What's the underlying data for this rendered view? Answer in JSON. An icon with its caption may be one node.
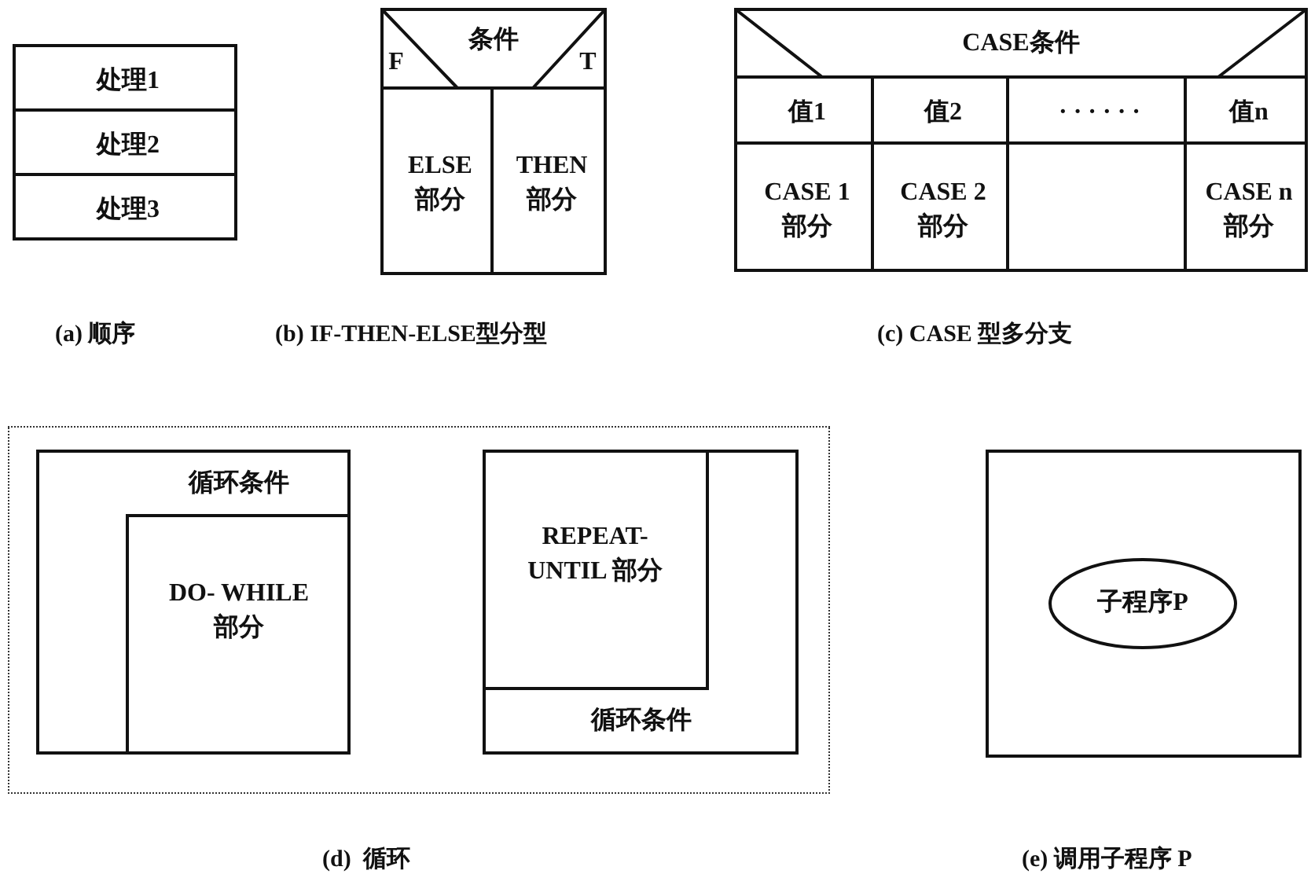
{
  "diagram": {
    "nodes": [
      {
        "text": [
          "处理1"
        ]
      },
      {
        "text": [
          "处理2"
        ]
      },
      {
        "text": [
          "处理3"
        ]
      },
      {
        "text": [
          "F",
          "条件",
          "T"
        ]
      },
      {
        "text": [
          "ELSE 部分"
        ]
      },
      {
        "text": [
          "THEN 部分"
        ]
      },
      {
        "text": [
          "CASE条件"
        ]
      },
      {
        "text": [
          "值1"
        ]
      },
      {
        "text": [
          "值2"
        ]
      },
      {
        "text": [
          "· · · · · ·"
        ]
      },
      {
        "text": [
          "值n"
        ]
      },
      {
        "text": [
          "CASE 1 部分"
        ]
      },
      {
        "text": [
          "CASE 2 部分"
        ]
      },
      {
        "text": [],
        "shape": "box"
      },
      {
        "text": [
          "CASE n 部分"
        ]
      },
      {
        "text": [],
        "shape": "box"
      },
      {
        "text": [
          "循环条件"
        ],
        "in": 15
      },
      {
        "text": [
          "DO- WHILE 部分"
        ],
        "in": 16
      },
      {
        "text": [
          "循环条件"
        ],
        "in": 15
      },
      {
        "text": [
          "REPEAT- UNTIL 部分"
        ],
        "in": 18
      },
      {
        "text": [],
        "shape": "box"
      },
      {
        "text": [
          "子程序P"
        ],
        "in": 20
      }
    ],
    "labels": [
      "(a) 顺序",
      "(b) IF-THEN-ELSE型分型",
      "(c) CASE 型多分支",
      "(d)  循环",
      "(e) 调用子程序 P"
    ]
  }
}
